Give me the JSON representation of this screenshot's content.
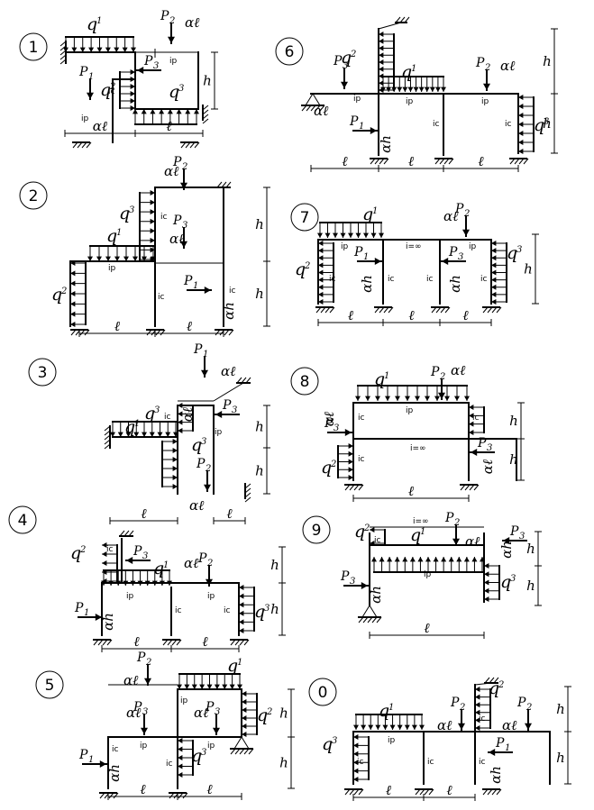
{
  "labels": {
    "q1": "q",
    "q2": "q",
    "q3": "q",
    "s1": "1",
    "s2": "2",
    "s3": "3",
    "P": "P",
    "p1": "1",
    "p2": "2",
    "p3": "3",
    "al": "αℓ",
    "ah": "αh",
    "l": "ℓ",
    "h": "h",
    "ip": "ip",
    "ic": "ic",
    "iinf": "i=∞"
  },
  "schemes": [
    {
      "number": "1"
    },
    {
      "number": "2"
    },
    {
      "number": "3"
    },
    {
      "number": "4"
    },
    {
      "number": "5"
    },
    {
      "number": "6"
    },
    {
      "number": "7"
    },
    {
      "number": "8"
    },
    {
      "number": "9"
    },
    {
      "number": "0"
    }
  ]
}
